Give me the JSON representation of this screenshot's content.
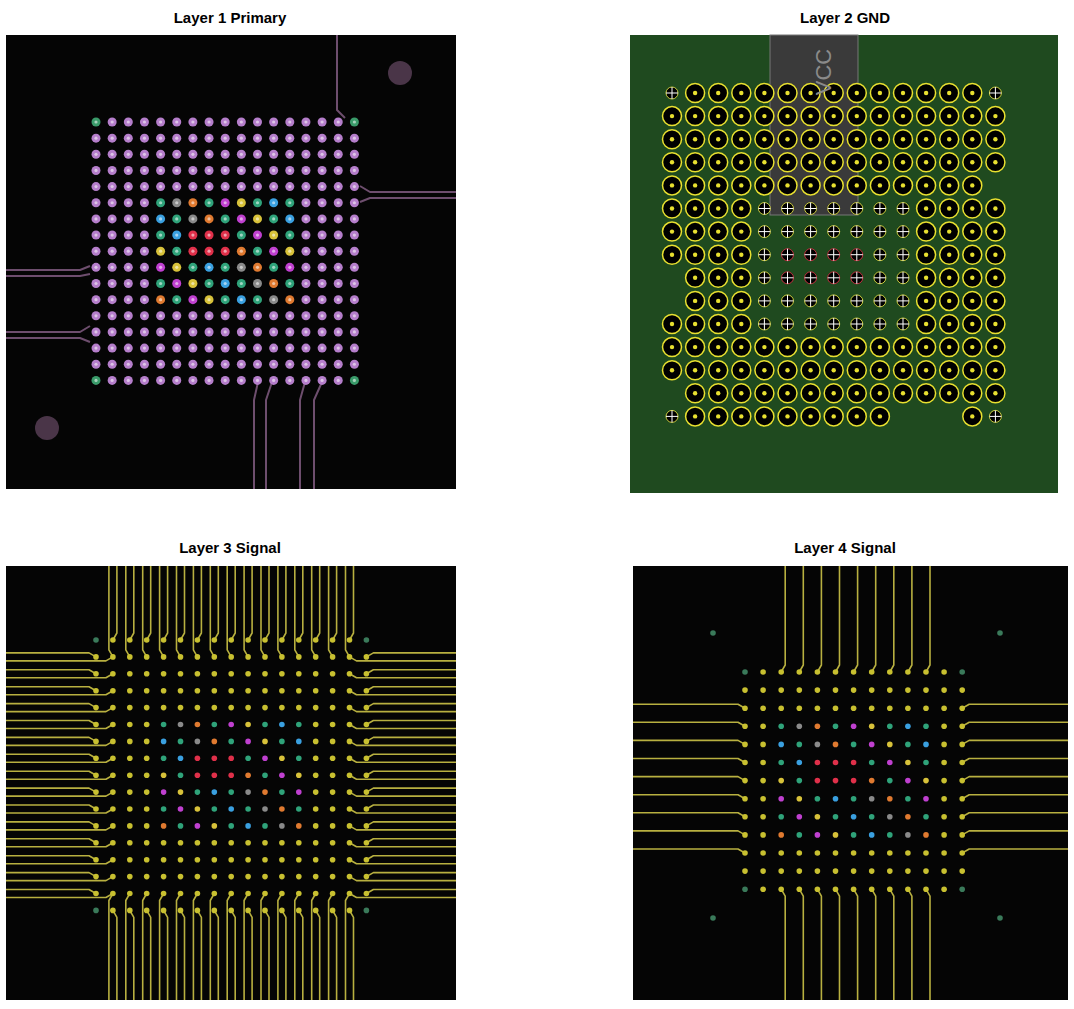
{
  "diagram": {
    "labels": [
      "Layer 1 Primary",
      "Layer 2 GND",
      "Layer 3 Signal",
      "Layer 4 Signal",
      "VCC"
    ]
  }
}
